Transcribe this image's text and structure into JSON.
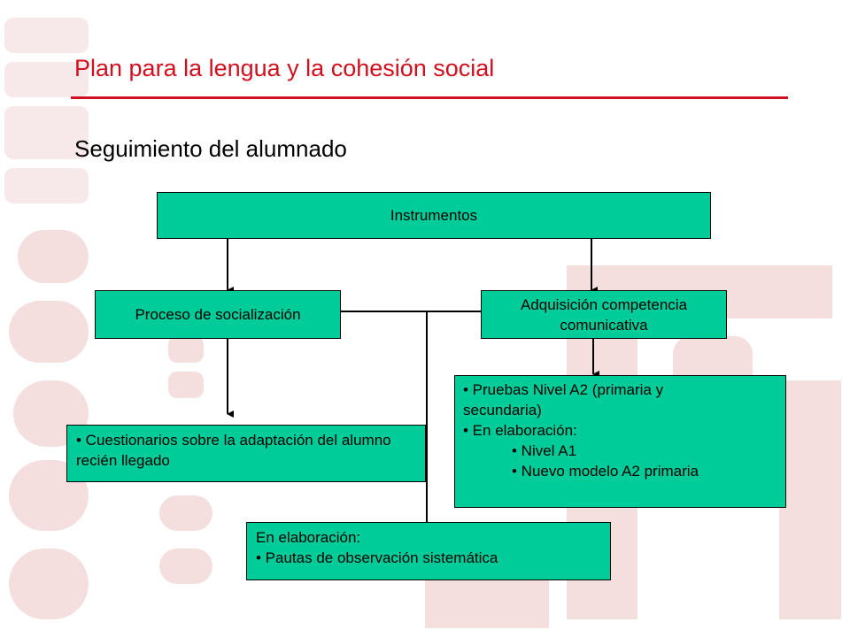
{
  "slide": {
    "title": "Plan para la lengua y la cohesión social",
    "subtitle": "Seguimiento del alumnado"
  },
  "diagram": {
    "instrumentos": "Instrumentos",
    "socializacion": "Proceso de socialización",
    "competencia": "Adquisición competencia comunicativa",
    "cuestionarios": "• Cuestionarios sobre la adaptación del alumno recién llegado",
    "pruebas": {
      "line1": "• Pruebas Nivel A2 (primaria y",
      "line2": "secundaria)",
      "line3": "• En elaboración:",
      "line4": "• Nivel A1",
      "line5": "• Nuevo modelo A2 primaria"
    },
    "observacion": {
      "line1": "En elaboración:",
      "line2": "• Pautas de observación sistemática"
    }
  },
  "colors": {
    "title": "#d0101e",
    "box_fill": "#00cc99",
    "watermark": "#f3dada"
  },
  "icons": {
    "watermark": "decorative-watermark-logo"
  }
}
